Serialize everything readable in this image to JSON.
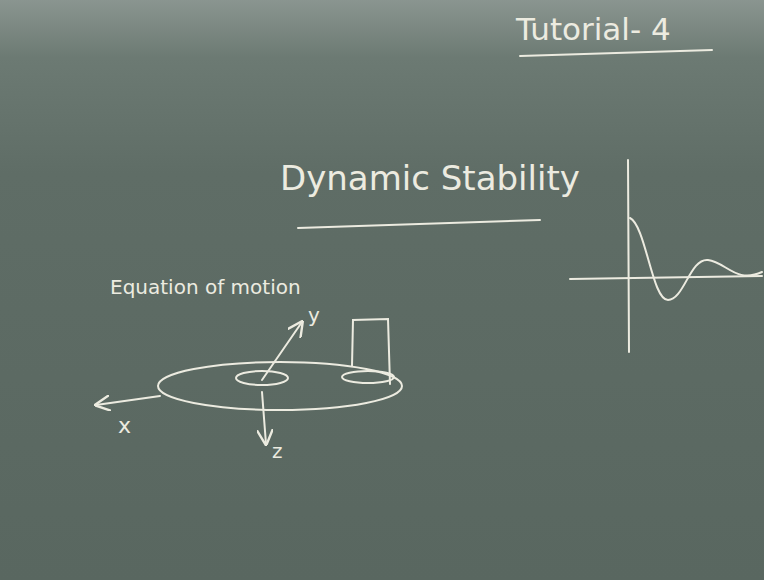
{
  "diagram": {
    "title": "Tutorial- 4",
    "labels": [
      "Dynamic Stability",
      "Equation of motion",
      "y",
      "x",
      "z"
    ]
  }
}
